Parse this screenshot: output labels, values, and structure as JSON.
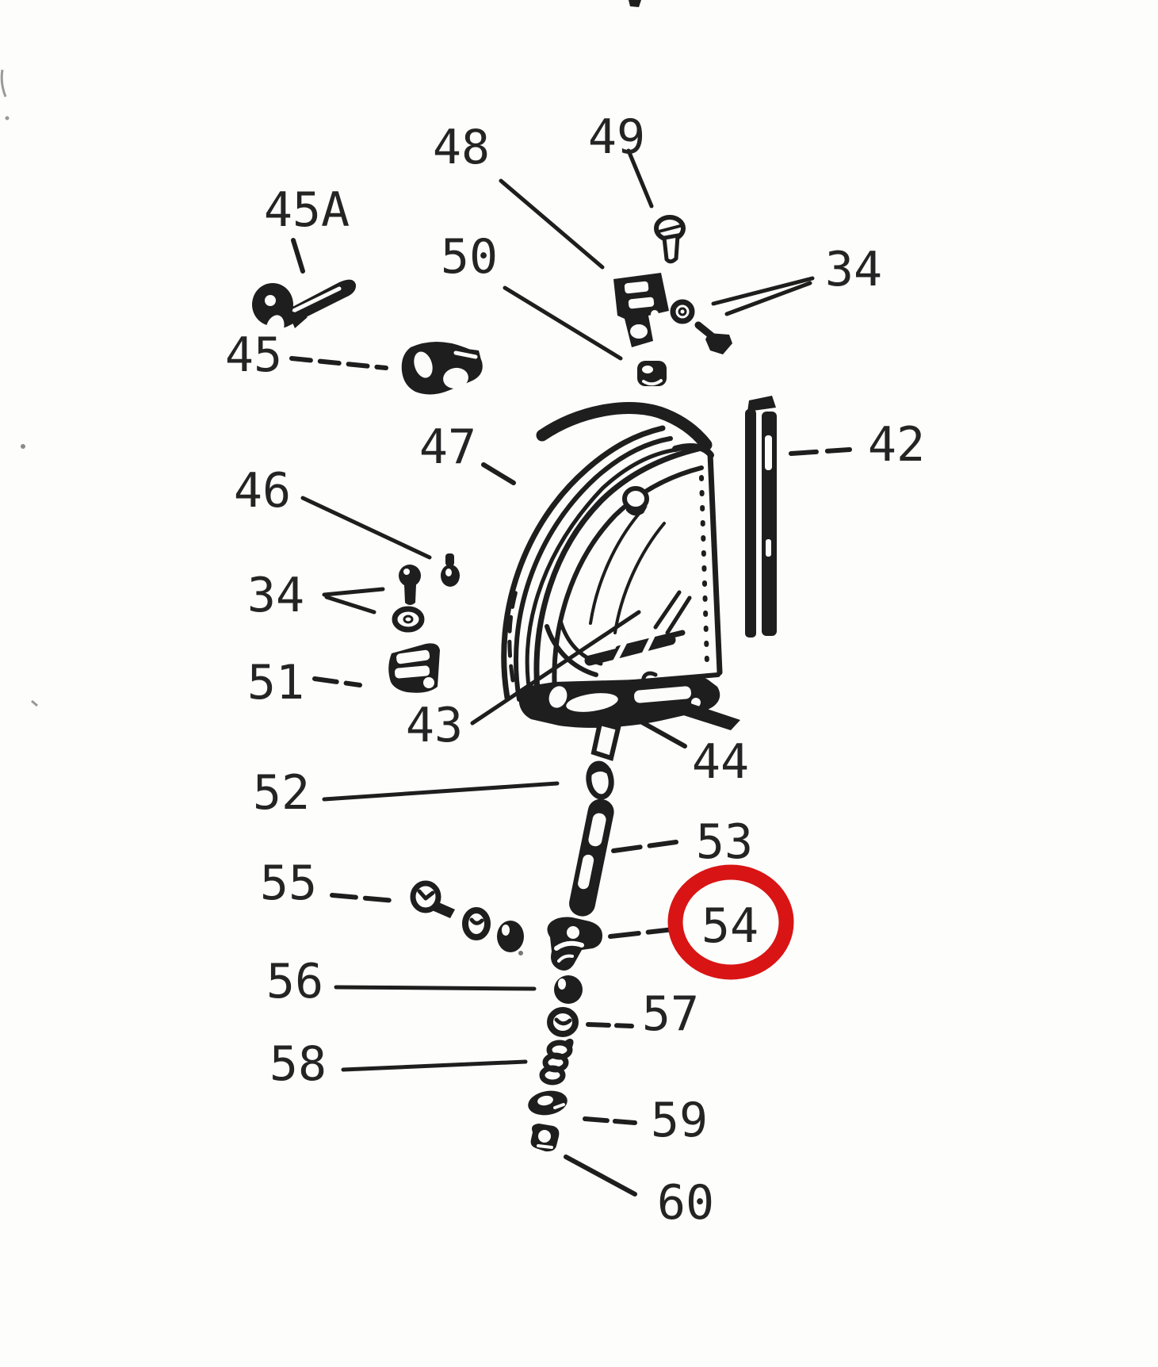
{
  "diagram": {
    "type": "exploded-parts-diagram",
    "subject": "Vent window assembly scanned service-manual illustration",
    "paper_color": "#fdfdfc",
    "ink_color": "#1e1e1e",
    "highlight": {
      "part_number": "54",
      "color": "#d91414",
      "shape": "circle"
    },
    "callouts": [
      {
        "id": "48",
        "label": "48"
      },
      {
        "id": "49",
        "label": "49"
      },
      {
        "id": "45A",
        "label": "45A"
      },
      {
        "id": "50",
        "label": "50"
      },
      {
        "id": "34-right",
        "label": "34"
      },
      {
        "id": "45",
        "label": "45"
      },
      {
        "id": "47",
        "label": "47"
      },
      {
        "id": "42",
        "label": "42"
      },
      {
        "id": "46",
        "label": "46"
      },
      {
        "id": "34-left",
        "label": "34"
      },
      {
        "id": "51",
        "label": "51"
      },
      {
        "id": "43",
        "label": "43"
      },
      {
        "id": "44",
        "label": "44"
      },
      {
        "id": "52",
        "label": "52"
      },
      {
        "id": "53",
        "label": "53"
      },
      {
        "id": "55",
        "label": "55"
      },
      {
        "id": "54",
        "label": "54"
      },
      {
        "id": "56",
        "label": "56"
      },
      {
        "id": "57",
        "label": "57"
      },
      {
        "id": "58",
        "label": "58"
      },
      {
        "id": "59",
        "label": "59"
      },
      {
        "id": "60",
        "label": "60"
      }
    ]
  }
}
